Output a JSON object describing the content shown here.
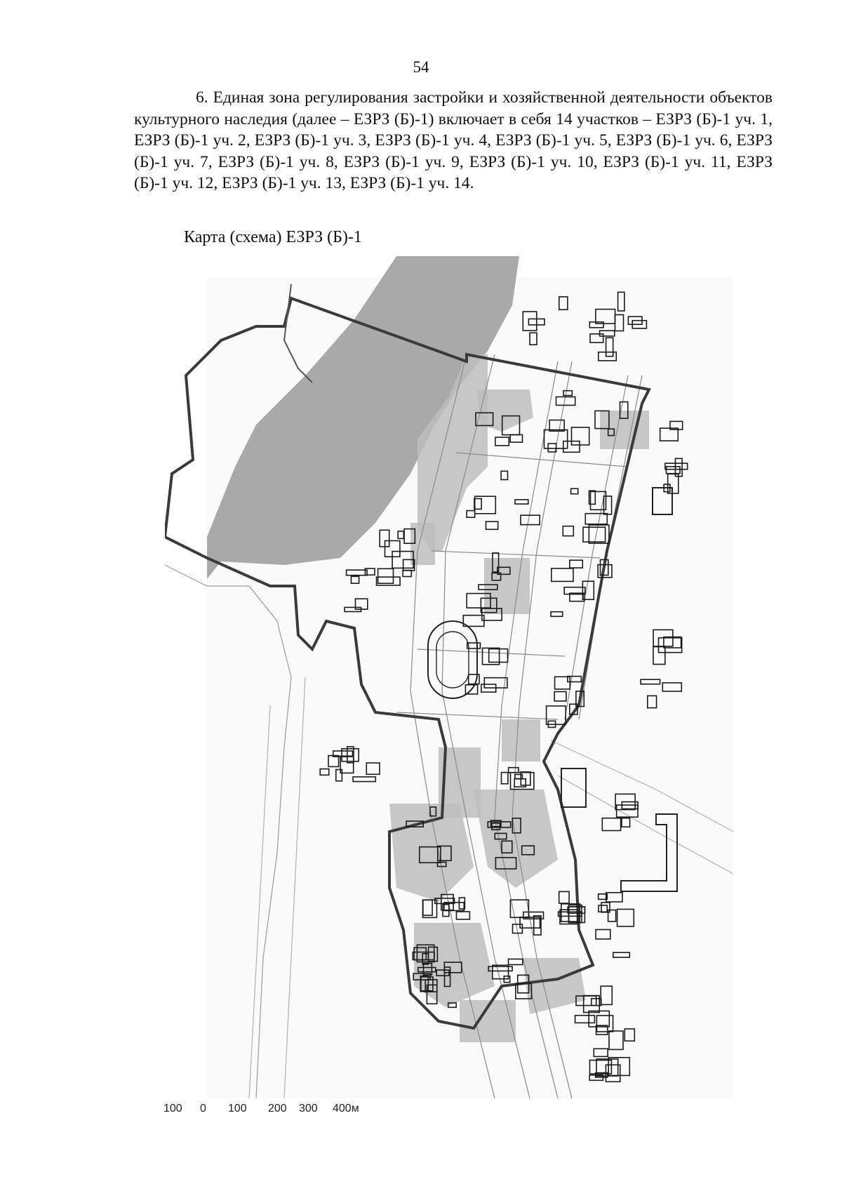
{
  "page": {
    "number": "54",
    "paragraph": "6. Единая зона регулирования застройки и хозяйственной деятельности объектов культурного наследия (далее – ЕЗРЗ (Б)-1) включает в себя 14 участков – ЕЗРЗ (Б)-1 уч. 1, ЕЗРЗ (Б)-1 уч. 2, ЕЗРЗ (Б)-1 уч. 3, ЕЗРЗ (Б)-1 уч. 4, ЕЗРЗ (Б)-1 уч. 5, ЕЗРЗ (Б)-1 уч. 6, ЕЗРЗ (Б)-1 уч. 7, ЕЗРЗ (Б)-1 уч. 8, ЕЗРЗ (Б)-1 уч. 9, ЕЗРЗ (Б)-1 уч. 10, ЕЗРЗ (Б)-1 уч. 11, ЕЗРЗ (Б)-1 уч. 12, ЕЗРЗ (Б)-1 уч. 13, ЕЗРЗ (Б)-1 уч. 14.",
    "map_caption": "Карта (схема) ЕЗРЗ (Б)-1"
  },
  "map": {
    "north_arrow_icon": "north-arrow-icon",
    "scale_labels": [
      "100",
      "0",
      "100",
      "200",
      "300",
      "400м"
    ],
    "colors": {
      "water": "#a9a9a9",
      "zone_fill": "#bdbdbd",
      "boundary": "#3a3a3a",
      "buildings": "#1a1a1a",
      "background": "#ffffff"
    }
  }
}
